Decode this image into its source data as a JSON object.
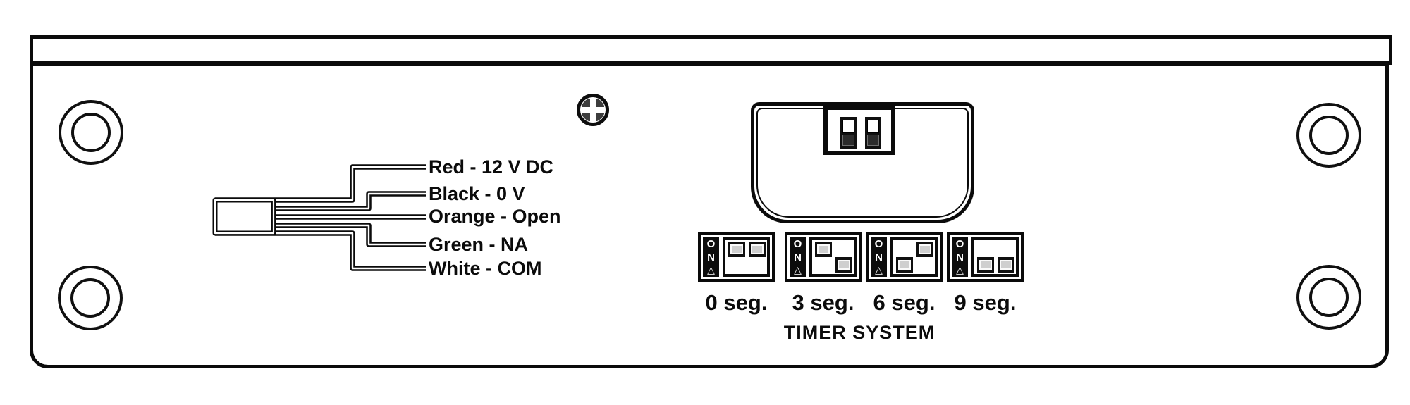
{
  "colors": {
    "ink": "#0b0b0b",
    "background": "#ffffff"
  },
  "wiring": {
    "labels": [
      "Red - 12 V DC",
      "Black - 0 V",
      "Orange - Open",
      "Green - NA",
      "White - COM"
    ]
  },
  "timer": {
    "title": "TIMER SYSTEM",
    "switch_on_label": "ON",
    "switch_arrow": "△",
    "blocks": [
      {
        "label": "0 seg.",
        "switch1": "up",
        "switch2": "up"
      },
      {
        "label": "3 seg.",
        "switch1": "up",
        "switch2": "down"
      },
      {
        "label": "6 seg.",
        "switch1": "down",
        "switch2": "up"
      },
      {
        "label": "9 seg.",
        "switch1": "down",
        "switch2": "down"
      }
    ]
  }
}
